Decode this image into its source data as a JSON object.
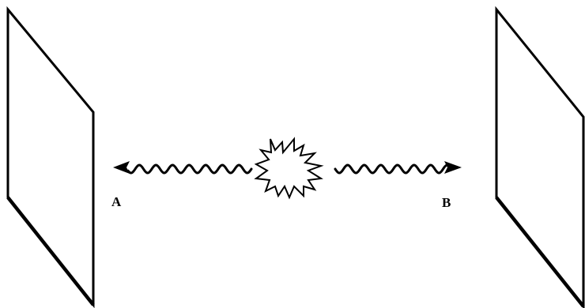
{
  "labels": {
    "left": "A",
    "right": "B"
  },
  "colors": {
    "ink": "#000000",
    "background": "#ffffff"
  },
  "elements": {
    "left_screen": "detector-screen",
    "right_screen": "detector-screen",
    "source": "starburst-emission-icon",
    "left_photon": "wavy-arrow-left-icon",
    "right_photon": "wavy-arrow-right-icon"
  }
}
